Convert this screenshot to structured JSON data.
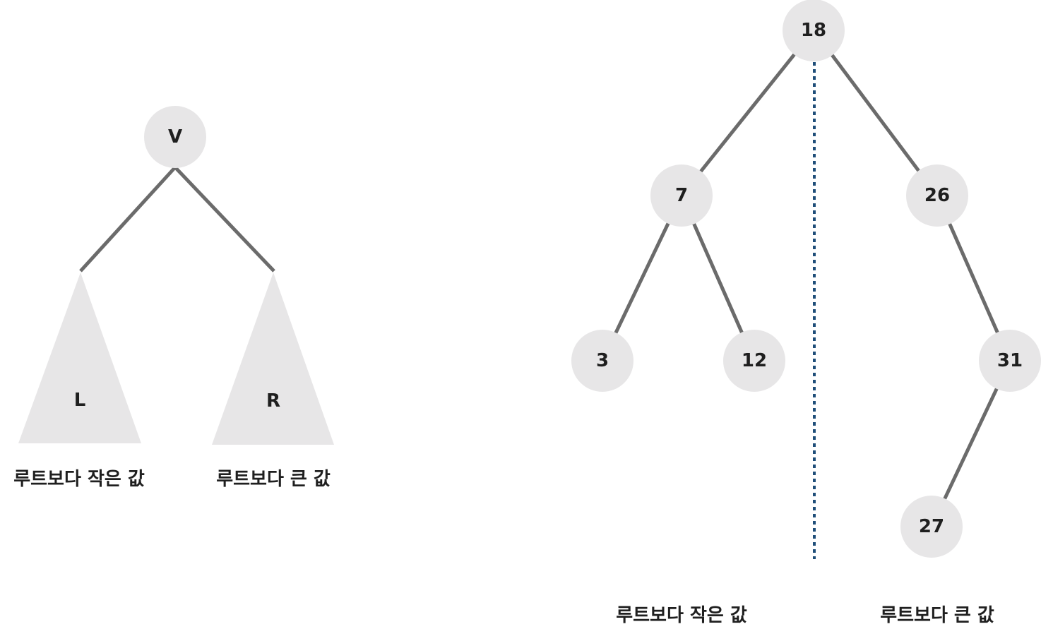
{
  "generic_tree": {
    "root_label": "V",
    "left_subtree_label": "L",
    "right_subtree_label": "R",
    "left_caption": "루트보다 작은 값",
    "right_caption": "루트보다 큰 값"
  },
  "example_tree": {
    "nodes": [
      {
        "id": "n18",
        "label": "18"
      },
      {
        "id": "n7",
        "label": "7"
      },
      {
        "id": "n26",
        "label": "26"
      },
      {
        "id": "n3",
        "label": "3"
      },
      {
        "id": "n12",
        "label": "12"
      },
      {
        "id": "n31",
        "label": "31"
      },
      {
        "id": "n27",
        "label": "27"
      }
    ],
    "edges": [
      [
        "n18",
        "n7"
      ],
      [
        "n18",
        "n26"
      ],
      [
        "n7",
        "n3"
      ],
      [
        "n7",
        "n12"
      ],
      [
        "n26",
        "n31"
      ],
      [
        "n31",
        "n27"
      ]
    ],
    "left_caption": "루트보다 작은 값",
    "right_caption": "루트보다 큰 값"
  },
  "colors": {
    "node_fill": "#e7e6e7",
    "edge": "#6b6b6b",
    "divider": "#1f4e79",
    "text": "#1f1f1f"
  }
}
